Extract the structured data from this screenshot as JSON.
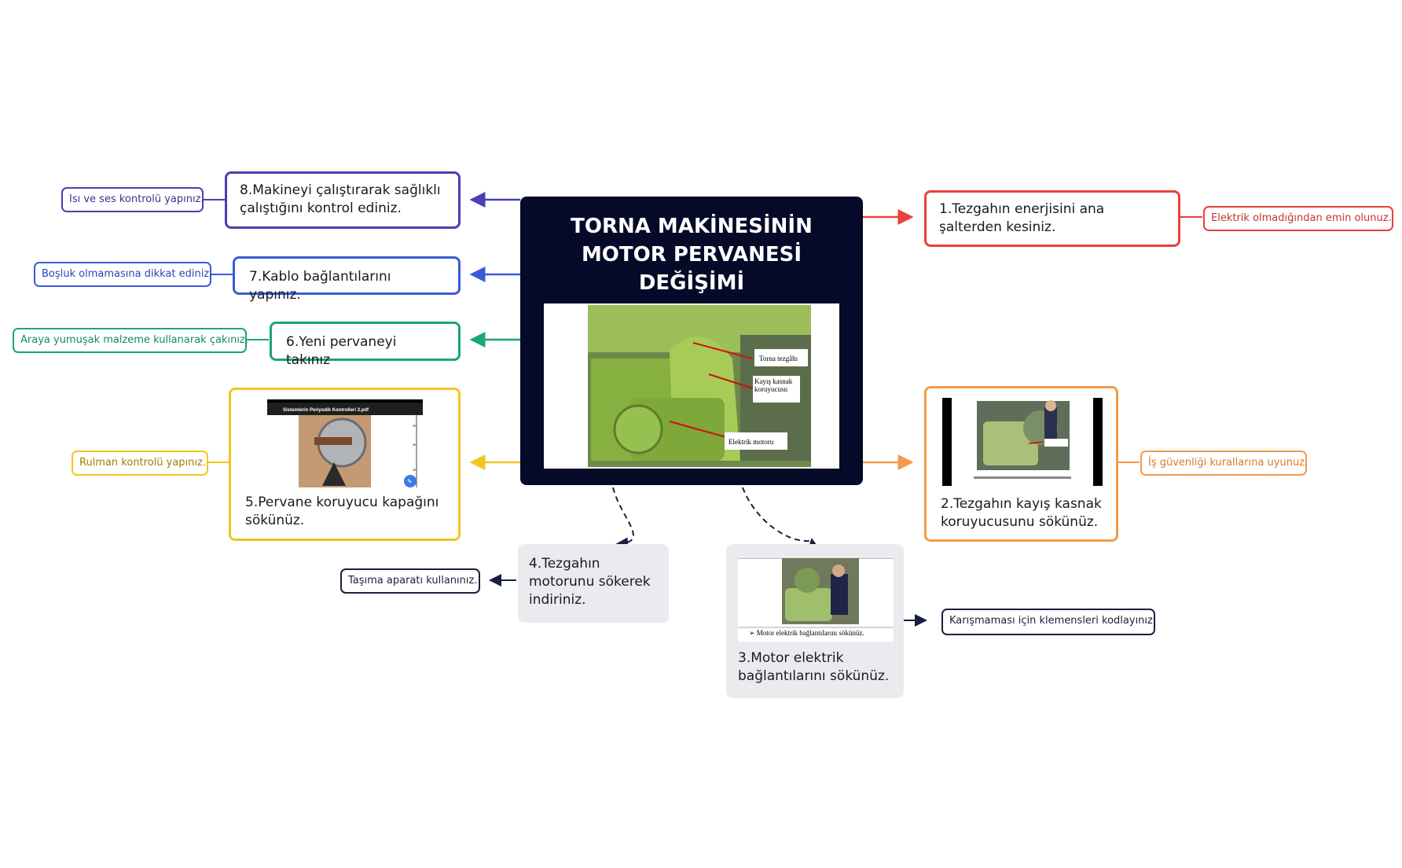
{
  "center": {
    "title_lines": [
      "TORNA MAKİNESİNİN",
      "MOTOR PERVANESİ",
      "DEĞİŞİMİ"
    ],
    "photo_labels": [
      "Torna tezgâhı",
      "Kayış kasnak koruyucusu",
      "Elektrik motoru"
    ]
  },
  "nodes": {
    "n1": {
      "text": "1.Tezgahın enerjisini ana şalterden kesiniz.",
      "color": "#e8423a"
    },
    "n2": {
      "text": "2.Tezgahın kayış kasnak koruyucusunu sökünüz.",
      "color": "#f39a4b"
    },
    "n3": {
      "text": "3.Motor elektrik bağlantılarını sökünüz.",
      "color": "#1a1f3d"
    },
    "n4": {
      "text": "4.Tezgahın motorunu sökerek indiriniz.",
      "color": "#1a1f3d"
    },
    "n5": {
      "text": "5.Pervane koruyucu kapağını sökünüz.",
      "color": "#f1c61f"
    },
    "n6": {
      "text": "6.Yeni pervaneyi takınız",
      "color": "#1aa57a"
    },
    "n7": {
      "text": "7.Kablo bağlantılarını yapınız.",
      "color": "#3a5ad9"
    },
    "n8": {
      "text": "8.Makineyi çalıştırarak sağlıklı çalıştığını kontrol ediniz.",
      "color": "#4a3fb5"
    }
  },
  "notes": {
    "n1": "Elektrik olmadığından emin olunuz.",
    "n2": "İş güvenliği kurallarına uyunuz.",
    "n3": "Karışmaması için klemensleri kodlayınız.",
    "n4": "Taşıma aparatı kullanınız.",
    "n5": "Rulman kontrolü yapınız.",
    "n6": "Araya yumuşak malzeme kullanarak çakınız.",
    "n7": "Boşluk olmamasına dikkat ediniz.",
    "n8": "Isı ve ses kontrolü yapınız."
  },
  "thumbnails": {
    "n5_pdf_title": "Sistemlerin Periyodik Kontrolleri 2.pdf",
    "n3_caption": "➢ Motor elektrik bağlantılarını sökünüz."
  },
  "colors": {
    "center_bg": "#050a28",
    "grey_node_bg": "#ebebef",
    "machine_green": "#8fbf45"
  }
}
